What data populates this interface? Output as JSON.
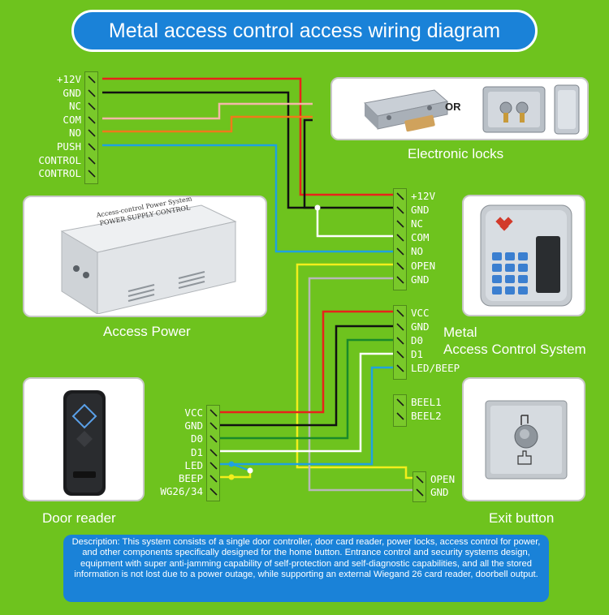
{
  "title": "Metal access control access wiring diagram",
  "captions": {
    "locks": "Electronic locks",
    "power": "Access Power",
    "system_line1": "Metal",
    "system_line2": "Access Control System",
    "reader": "Door reader",
    "exit": "Exit button",
    "or": "OR"
  },
  "terminals": {
    "power": [
      "+12V",
      "GND",
      "NC",
      "COM",
      "NO",
      "PUSH",
      "CONTROL",
      "CONTROL"
    ],
    "controller_a": [
      "+12V",
      "GND",
      "NC",
      "COM",
      "NO",
      "OPEN",
      "GND"
    ],
    "controller_b": [
      "VCC",
      "GND",
      "D0",
      "D1",
      "LED/BEEP"
    ],
    "controller_c": [
      "BEEL1",
      "BEEL2"
    ],
    "reader": [
      "VCC",
      "GND",
      "D0",
      "D1",
      "LED",
      "BEEP",
      "WG26/34"
    ],
    "exit": [
      "OPEN",
      "GND"
    ]
  },
  "device_text": {
    "power_box_title": "Access-control Power System",
    "power_box_subtitle": "POWER SUPPLY CONTROL"
  },
  "description": "Description: This system consists of a single door controller, door card reader, power locks, access control for power, and other components specifically designed for the home button. Entrance control and security systems design, equipment with super anti-jamming capability of self-protection and self-diagnostic capabilities, and all the stored information is not lost due to a power outage, while supporting an external Wiegand 26 card reader, doorbell output.",
  "colors": {
    "background": "#6ec31e",
    "accent_blue": "#1a82d8",
    "wire_red": "#e8221a",
    "wire_black": "#111111",
    "wire_white": "#ffffff",
    "wire_pink": "#f3b8a8",
    "wire_orange": "#f07a1a",
    "wire_blue": "#1fa2e0",
    "wire_green": "#1a8a2a",
    "wire_yellow": "#f2ee1c",
    "wire_gray": "#b8b8b8"
  }
}
